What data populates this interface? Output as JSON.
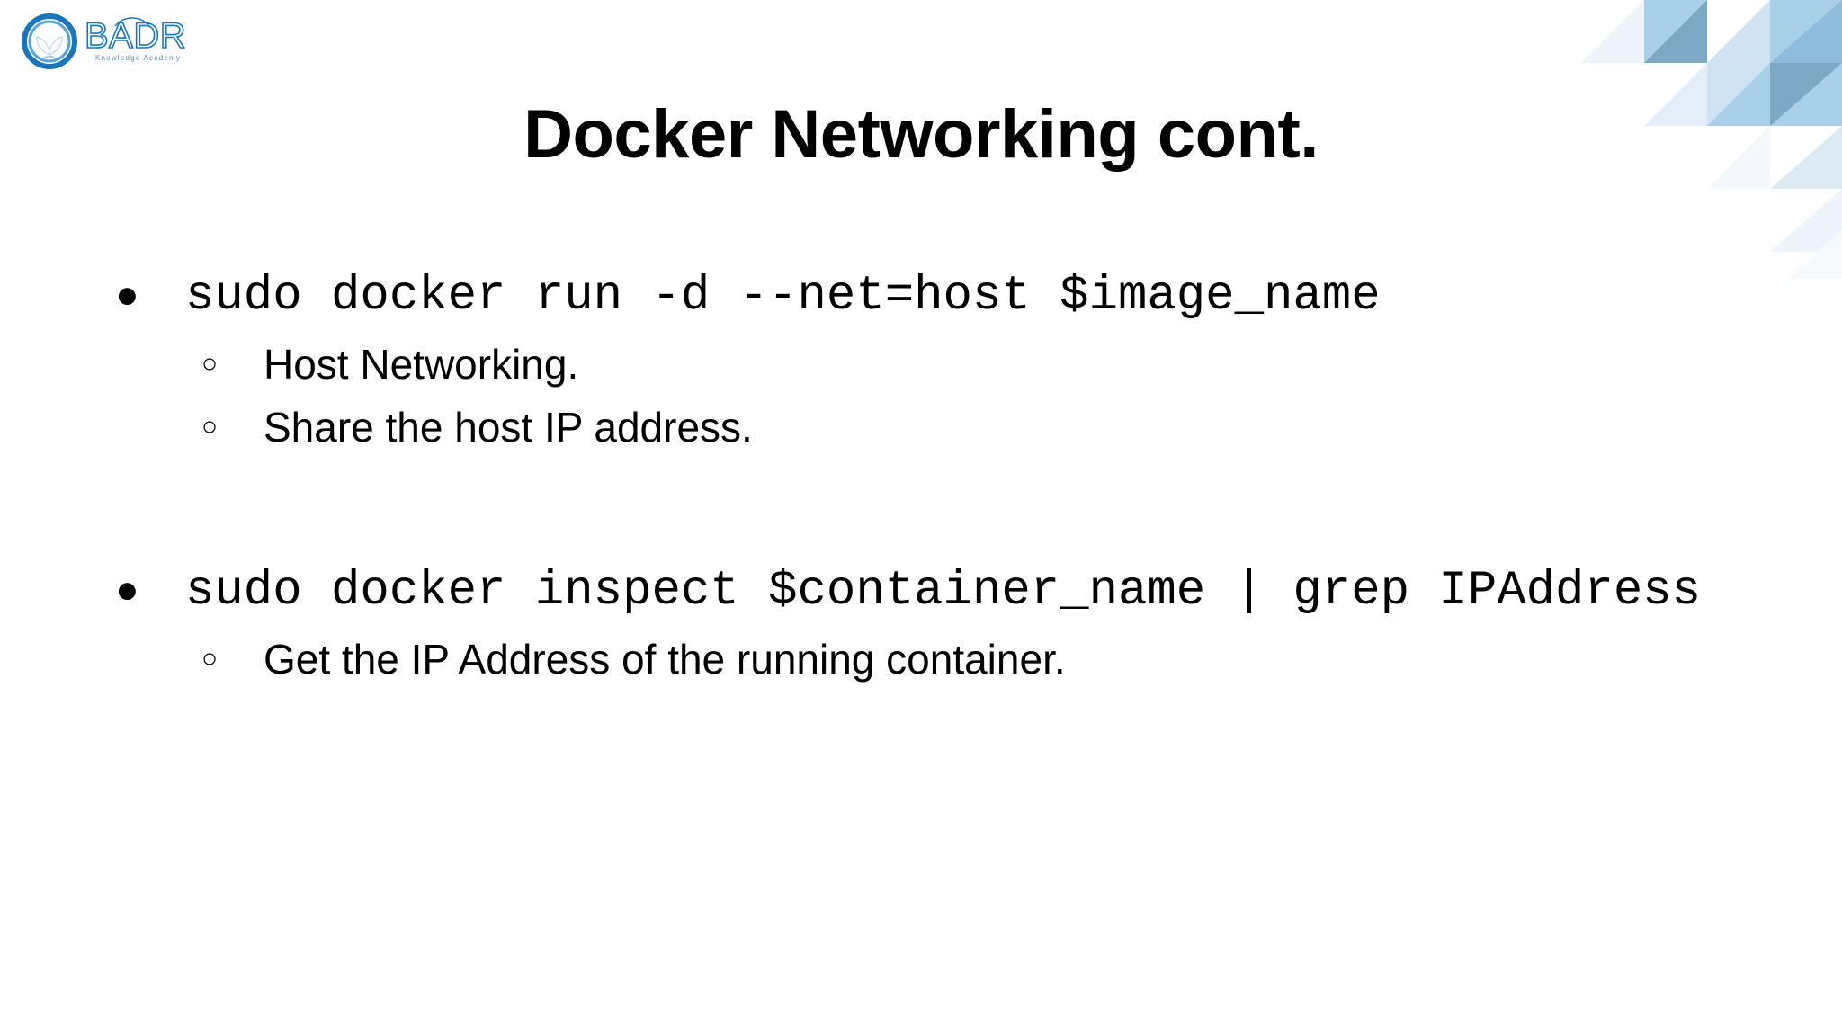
{
  "slide": {
    "title": "Docker Networking cont.",
    "background_color": "#ffffff",
    "text_color": "#000000"
  },
  "logo": {
    "brand": "BADR",
    "tagline": "Knowledge Academy",
    "mark_name": "badr-circular-leaf-mark",
    "primary_color": "#1b75bb",
    "dark_color": "#1a5e9a",
    "light_color": "#6ab0e0"
  },
  "decoration": {
    "name": "geometric-triangle-pattern",
    "position": "top-right",
    "palette": {
      "lightest": "#f4f8fc",
      "light": "#e3eef8",
      "mid_light": "#cfe3f4",
      "mid": "#a9cfe9",
      "strong": "#8fbcdd",
      "dark": "#7ea9c4",
      "darkest": "#6e9ab5"
    }
  },
  "content": {
    "blocks": [
      {
        "marker": "●",
        "command": "sudo docker run -d --net=host $image_name",
        "sub_marker": "○",
        "sub_items": [
          "Host Networking.",
          "Share the host IP address."
        ]
      },
      {
        "marker": "●",
        "command": "sudo docker inspect $container_name | grep IPAddress",
        "sub_marker": "○",
        "sub_items": [
          "Get the IP Address of the running container."
        ]
      }
    ]
  }
}
